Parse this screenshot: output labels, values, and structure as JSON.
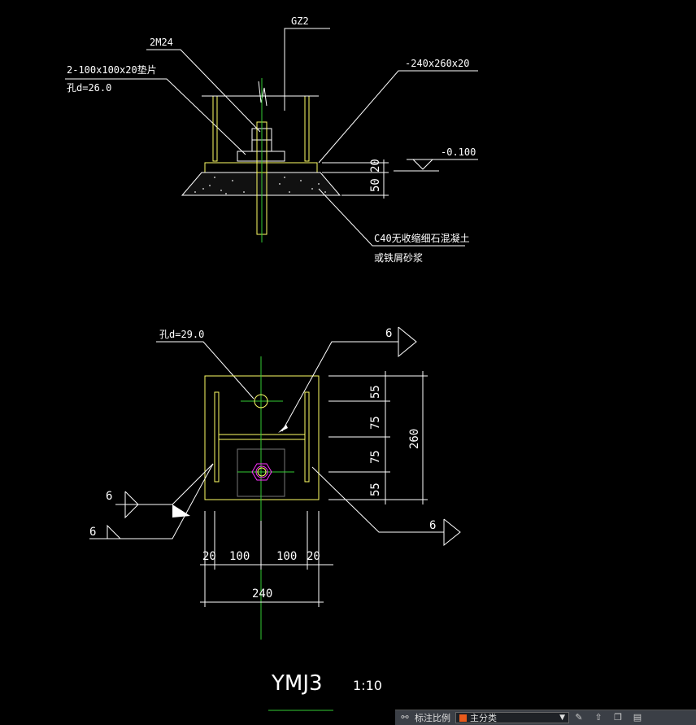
{
  "drawing": {
    "title": "YMJ3",
    "scale": "1:10",
    "section": {
      "column_label": "GZ2",
      "bolt_label": "2M24",
      "washer_label": "2-100x100x20垫片",
      "washer_hole": "孔d=26.0",
      "plate_label": "-240x260x20",
      "elevation": "-0.100",
      "dim_20": "20",
      "dim_50": "50",
      "grout_line1": "C40无收缩细石混凝土",
      "grout_line2": "或铁屑砂浆"
    },
    "plan": {
      "hole_label": "孔d=29.0",
      "weld_top": "6",
      "weld_left_upper": "6",
      "weld_left_lower": "6",
      "weld_right": "6",
      "dims_right": [
        "55",
        "75",
        "75",
        "55"
      ],
      "dim_total_right": "260",
      "dims_bottom": [
        "20",
        "100",
        "100",
        "20"
      ],
      "dim_total_bottom": "240"
    }
  },
  "status_bar": {
    "annotation_scale_label": "标注比例",
    "layer_value": "主分类",
    "layer_color": "#e85a1b"
  }
}
